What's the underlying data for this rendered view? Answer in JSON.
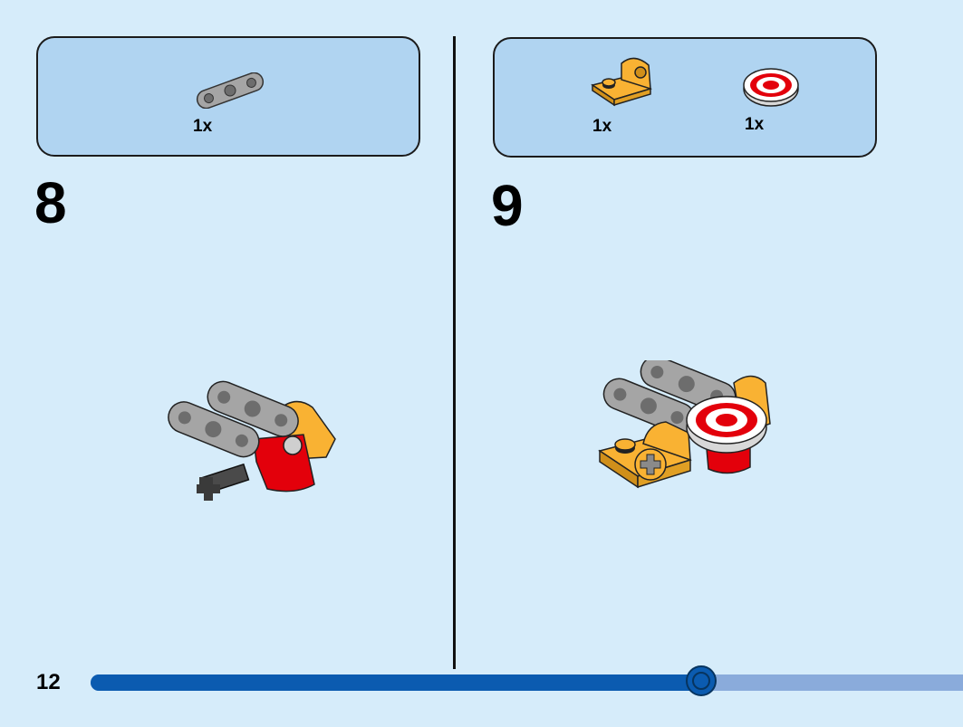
{
  "page": {
    "number": "12"
  },
  "progress": {
    "fraction": 0.7
  },
  "steps": [
    {
      "number": "8",
      "parts": [
        {
          "icon": "gray-beam-icon",
          "qty": "1x"
        }
      ]
    },
    {
      "number": "9",
      "parts": [
        {
          "icon": "yellow-plate-icon",
          "qty": "1x"
        },
        {
          "icon": "target-tile-icon",
          "qty": "1x"
        }
      ]
    }
  ],
  "colors": {
    "background": "#d6ecfa",
    "parts_box": "#b0d4f1",
    "lego_gray": "#a5a5a5",
    "lego_yellow": "#f9b233",
    "lego_red": "#e3000b",
    "progress_fill": "#0b5bb0",
    "progress_track": "#8aabdb"
  }
}
